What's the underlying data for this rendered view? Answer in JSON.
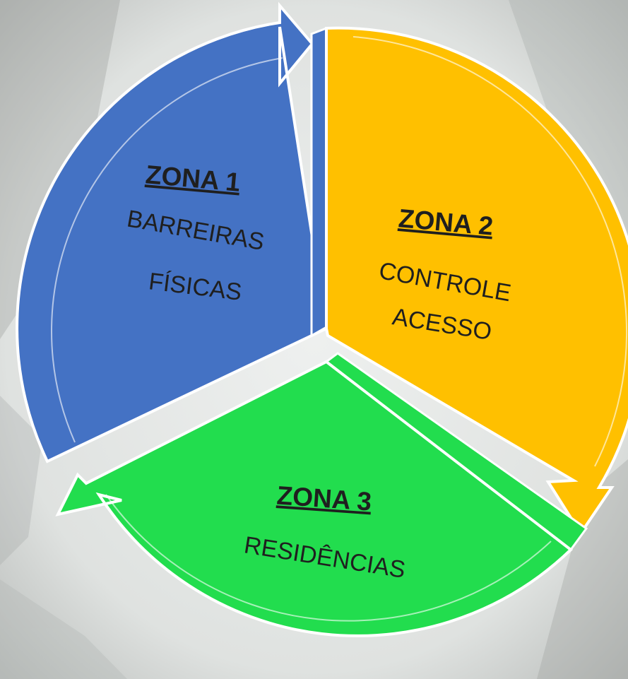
{
  "zones": [
    {
      "title": "ZONA 1",
      "line1": "BARREIRAS",
      "line2": "FÍSICAS",
      "color": "#4472C4"
    },
    {
      "title": "ZONA 2",
      "line1": "CONTROLE",
      "line2": "ACESSO",
      "color": "#FFC000"
    },
    {
      "title": "ZONA 3",
      "line1": "RESIDÊNCIAS",
      "line2": "",
      "color": "#22DD4E"
    }
  ],
  "background": {
    "color": "#e3e6e4"
  }
}
